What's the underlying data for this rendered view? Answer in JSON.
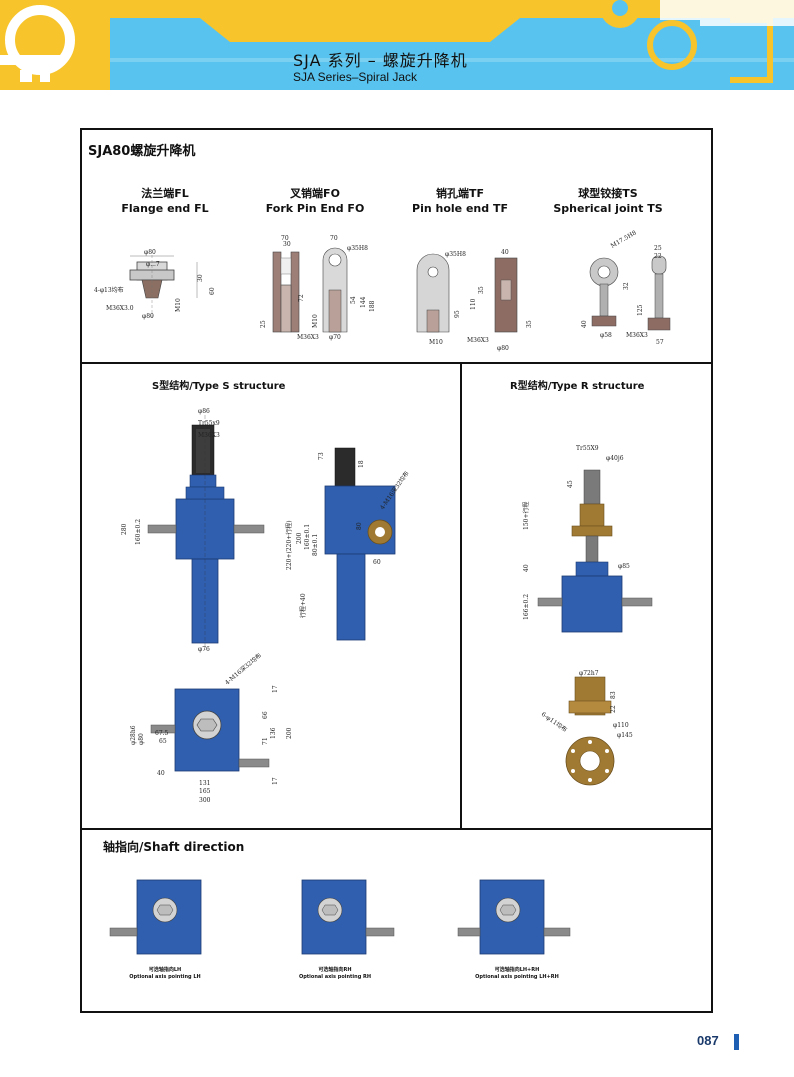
{
  "header": {
    "title_zh": "SJA 系列 – 螺旋升降机",
    "title_en": "SJA Series–Spiral Jack"
  },
  "catalog": {
    "model_title": "SJA80螺旋升降机",
    "end_types": [
      {
        "zh": "法兰端FL",
        "en": "Flange end FL",
        "dims": [
          "φ80",
          "φ...7",
          "4-φ13均布",
          "M36X3.0",
          "φ80",
          "M10",
          "30",
          "60"
        ]
      },
      {
        "zh": "叉销端FO",
        "en": "Fork Pin End FO",
        "dims": [
          "70",
          "30",
          "70",
          "φ35H8",
          "72",
          "54",
          "144",
          "188",
          "M10",
          "25",
          "M36X3",
          "φ70"
        ]
      },
      {
        "zh": "销孔端TF",
        "en": "Pin hole end TF",
        "dims": [
          "φ35H8",
          "40",
          "35",
          "110",
          "95",
          "M10",
          "M36X3",
          "φ80",
          "35"
        ]
      },
      {
        "zh": "球型铰接TS",
        "en": "Spherical joint TS",
        "dims": [
          "M17.5H8",
          "25",
          "22",
          "32",
          "125",
          "φ58",
          "M36X3",
          "57",
          "40"
        ]
      }
    ],
    "type_s": {
      "title": "S型结构/Type S structure",
      "dims": [
        "φ86",
        "Tr55x9",
        "M36X3",
        "280",
        "160±0.2",
        "φ76",
        "73",
        "18",
        "4-M16深32均布",
        "220+(220+行程)",
        "200",
        "160±0.1",
        "80±0.1",
        "80",
        "行程+40",
        "60",
        "4-M16深32均布",
        "17",
        "66",
        "71",
        "136",
        "200",
        "φ28h6",
        "φ80",
        "67.5",
        "65",
        "40",
        "131",
        "165",
        "300",
        "17"
      ]
    },
    "type_r": {
      "title": "R型结构/Type R structure",
      "dims": [
        "Tr55X9",
        "φ40j6",
        "45",
        "150+行程",
        "40",
        "φ85",
        "166±0.2",
        "φ72h7",
        "83",
        "22",
        "6-φ11均布",
        "φ110",
        "φ145"
      ]
    },
    "shaft_direction": {
      "title": "轴指向/Shaft direction",
      "options": [
        {
          "zh": "可选轴指向LH",
          "en": "Optional axis pointing LH"
        },
        {
          "zh": "可选轴指向RH",
          "en": "Optional axis pointing RH"
        },
        {
          "zh": "可选轴指向LH+RH",
          "en": "Optional axis pointing LH+RH"
        }
      ]
    }
  },
  "page_number": "087",
  "colors": {
    "banner_blue": "#5cc6ef",
    "banner_yellow": "#f7c52b",
    "jack_blue": "#2f5fae",
    "bronze": "#a07a33"
  }
}
